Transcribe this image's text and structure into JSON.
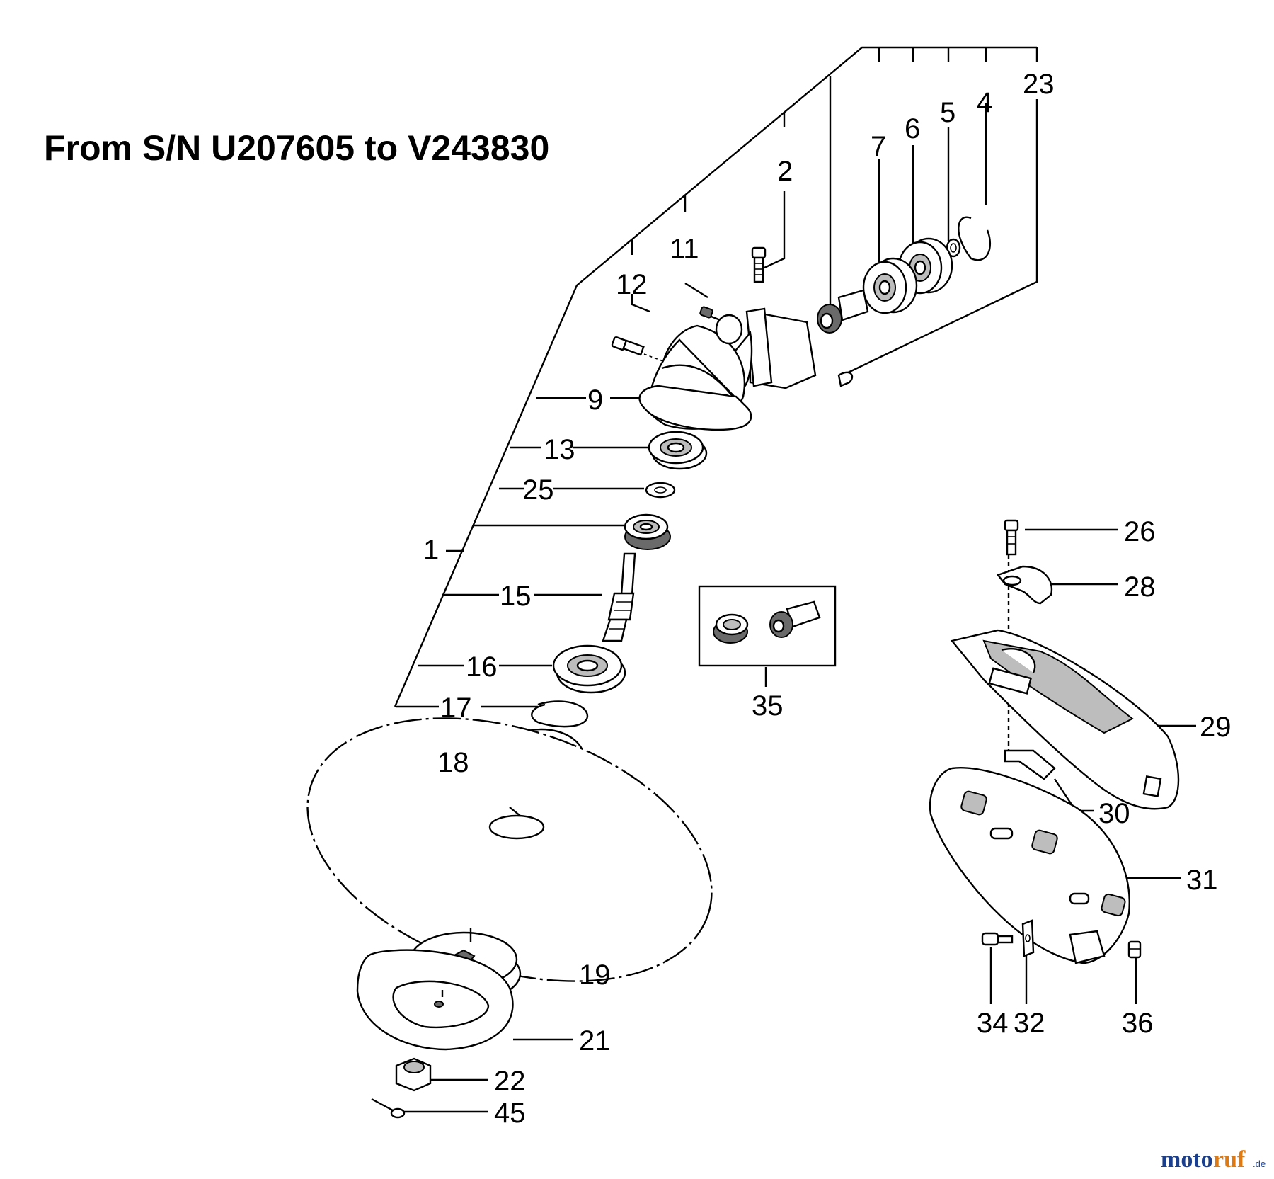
{
  "title": "From S/N U207605 to V243830",
  "watermark": {
    "part1": "moto",
    "part2": "ruf",
    "suffix": ".de"
  },
  "labels": {
    "p1": "1",
    "p2": "2",
    "p4": "4",
    "p5": "5",
    "p6": "6",
    "p7": "7",
    "p9": "9",
    "p11": "11",
    "p12": "12",
    "p13": "13",
    "p15": "15",
    "p16": "16",
    "p17": "17",
    "p18": "18",
    "p19": "19",
    "p21": "21",
    "p22": "22",
    "p23": "23",
    "p25": "25",
    "p26": "26",
    "p28": "28",
    "p29": "29",
    "p30": "30",
    "p31": "31",
    "p32": "32",
    "p34": "34",
    "p35": "35",
    "p36": "36",
    "p45": "45"
  },
  "colors": {
    "line": "#000000",
    "watermark_blue": "#1b3f8f",
    "watermark_orange": "#e07a10"
  }
}
